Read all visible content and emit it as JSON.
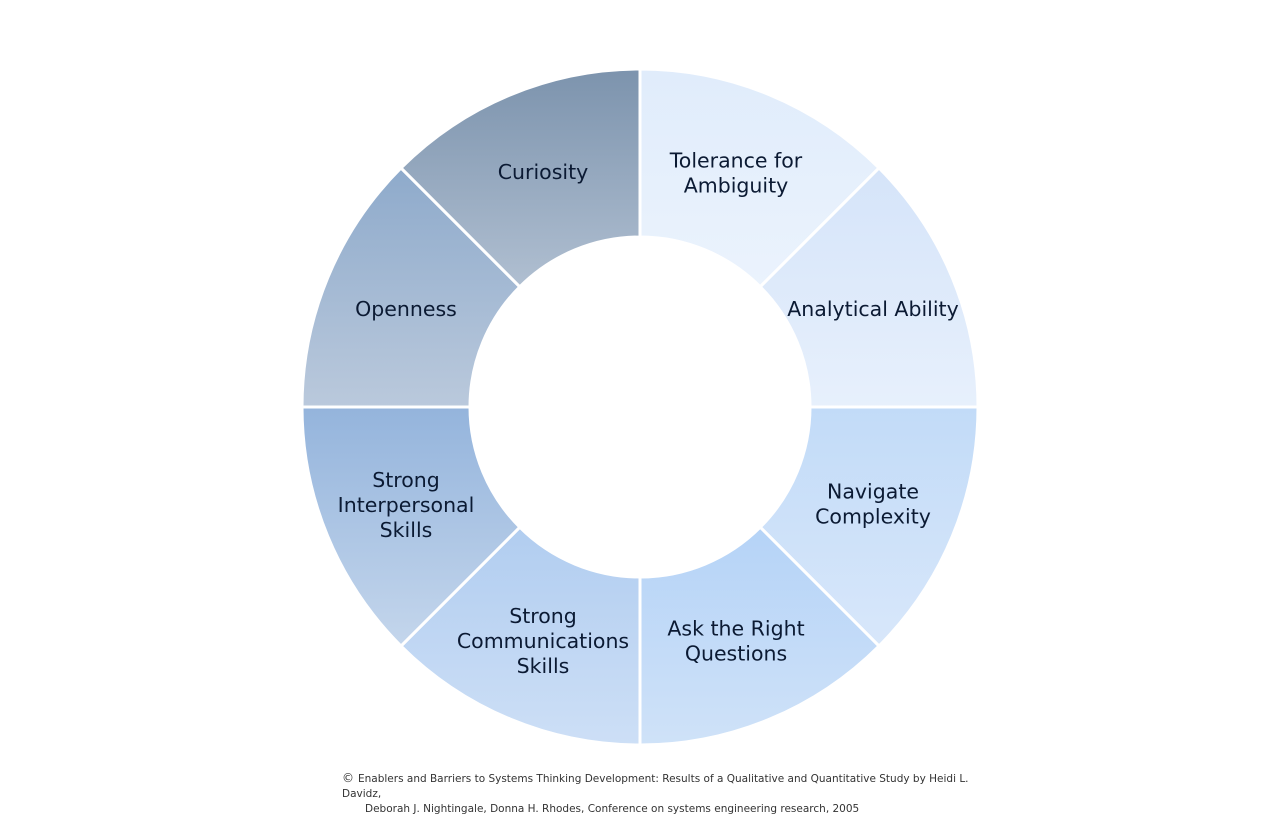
{
  "segments": [
    {
      "id": "tolerance-for-ambiguity",
      "lines": [
        "Tolerance for",
        "Ambiguity"
      ],
      "colors": [
        "#e0ecfb",
        "#ebf3fd"
      ]
    },
    {
      "id": "analytical-ability",
      "lines": [
        "Analytical Ability"
      ],
      "colors": [
        "#d5e4f9",
        "#e7f0fc"
      ]
    },
    {
      "id": "navigate-complexity",
      "lines": [
        "Navigate",
        "Complexity"
      ],
      "colors": [
        "#c2dbf8",
        "#d8e7fa"
      ]
    },
    {
      "id": "ask-the-right-questions",
      "lines": [
        "Ask the Right",
        "Questions"
      ],
      "colors": [
        "#b5d3f7",
        "#cfe2f8"
      ]
    },
    {
      "id": "strong-communications-skills",
      "lines": [
        "Strong",
        "Communications",
        "Skills"
      ],
      "colors": [
        "#b1cdf0",
        "#cddff6"
      ]
    },
    {
      "id": "strong-interpersonal-skills",
      "lines": [
        "Strong",
        "Interpersonal",
        "Skills"
      ],
      "colors": [
        "#94b4dc",
        "#c4d6ec"
      ]
    },
    {
      "id": "openness",
      "lines": [
        "Openness"
      ],
      "colors": [
        "#8eaacb",
        "#bac9dc"
      ]
    },
    {
      "id": "curiosity",
      "lines": [
        "Curiosity"
      ],
      "colors": [
        "#7c93ad",
        "#b0bfd1"
      ]
    }
  ],
  "citation": {
    "symbol": "©",
    "line1": "Enablers and Barriers to Systems Thinking Development: Results of a Qualitative and Quantitative Study by Heidi L. Davidz,",
    "line2": "Deborah J. Nightingale, Donna H. Rhodes, Conference on systems engineering research, 2005"
  }
}
